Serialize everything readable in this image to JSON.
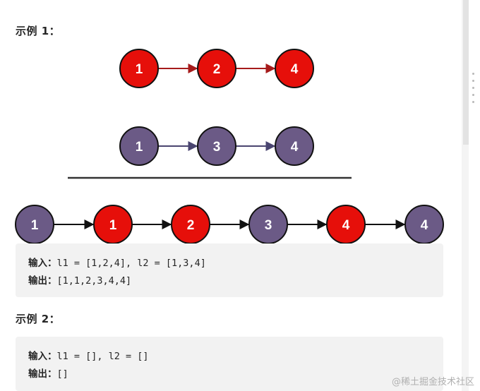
{
  "example1": {
    "heading": "示例 1：",
    "list1": {
      "values": [
        "1",
        "2",
        "4"
      ],
      "fill": "#e60f0a",
      "arrow": "#a61b1b"
    },
    "list2": {
      "values": [
        "1",
        "3",
        "4"
      ],
      "fill": "#6b5a86",
      "arrow": "#4a4570"
    },
    "merged": {
      "nodes": [
        {
          "label": "1",
          "color": "purple"
        },
        {
          "label": "1",
          "color": "red"
        },
        {
          "label": "2",
          "color": "red"
        },
        {
          "label": "3",
          "color": "purple"
        },
        {
          "label": "4",
          "color": "red"
        },
        {
          "label": "4",
          "color": "purple"
        }
      ],
      "arrow": "#111111"
    },
    "input_label": "输入：",
    "input_value": "l1 = [1,2,4], l2 = [1,3,4]",
    "output_label": "输出：",
    "output_value": "[1,1,2,3,4,4]"
  },
  "example2": {
    "heading": "示例 2：",
    "input_label": "输入：",
    "input_value": "l1 = [], l2 = []",
    "output_label": "输出：",
    "output_value": "[]"
  },
  "colors": {
    "red_node": "#e60f0a",
    "purple_node": "#6b5a86",
    "node_stroke": "#111111",
    "divider": "#333333",
    "code_bg": "#f2f2f2"
  },
  "watermark": "@稀土掘金技术社区"
}
